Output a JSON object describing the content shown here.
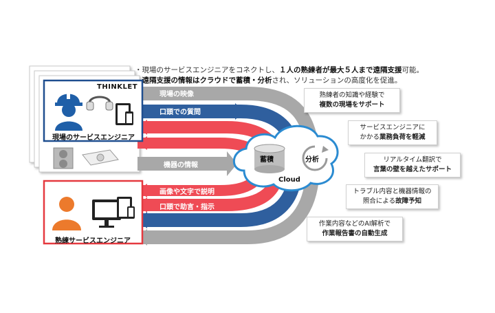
{
  "bullets": [
    {
      "pre": "・現場のサービスエンジニアをコネクトし、",
      "strong": "１人の熟練者が最大５人まで遠隔支援",
      "post": "可能。"
    },
    {
      "pre": "・",
      "strong": "遠隔支援の情報はクラウドで蓄積・分析",
      "post": "され、ソリューションの高度化を促進。"
    }
  ],
  "device_brand": "THINKLET",
  "field_engineer_label": "現場のサービスエンジニア",
  "expert_label": "熟練サービスエンジニア",
  "arrows": {
    "video": "現場の映像",
    "verbal_question": "口頭での質問",
    "equipment_info": "機器の情報",
    "image_text_explain": "画像や文字で説明",
    "verbal_advice": "口頭で助言・指示"
  },
  "cloud": {
    "storage": "蓄積",
    "analysis": "分析",
    "label": "Cloud"
  },
  "benefits": [
    {
      "line1": "熟練者の知識や経験で",
      "line2": "複数の現場をサポート",
      "strong": "複数の現場をサポート"
    },
    {
      "line1": "サービスエンジニアに",
      "line2_pre": "かかる",
      "line2_strong": "業務負荷を軽減"
    },
    {
      "line1": "リアルタイム翻訳で",
      "line2": "言葉の壁を越えたサポート"
    },
    {
      "line1": "トラブル内容と機器情報の",
      "line2_pre": "照合による",
      "line2_strong": "故障予知"
    },
    {
      "line1": "作業内容などのAI解析で",
      "line2": "作業報告書の自動生成"
    }
  ],
  "colors": {
    "blue": "#2f5f9e",
    "red": "#ef4b55",
    "gray": "#9a9a9a",
    "frame_blue": "#1f4e8f",
    "frame_red": "#e5393f",
    "person_blue": "#1f5fa8",
    "person_orange": "#ec7a2c"
  }
}
